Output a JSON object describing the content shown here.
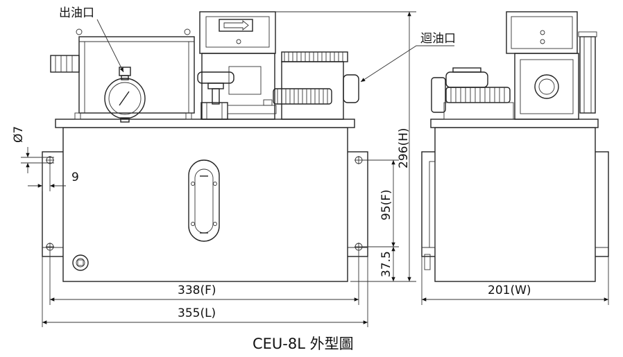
{
  "labels": {
    "outlet": "出油口",
    "return_port": "迴油口"
  },
  "dimensions": {
    "hole_dia": "Ø7",
    "hole_offset": "9",
    "height": "296(H)",
    "foot_pitch": "95(F)",
    "foot_bottom": "37.5",
    "tank_pitch": "338(F)",
    "length": "355(L)",
    "width": "201(W)"
  },
  "caption": "CEU-8L 外型圖"
}
